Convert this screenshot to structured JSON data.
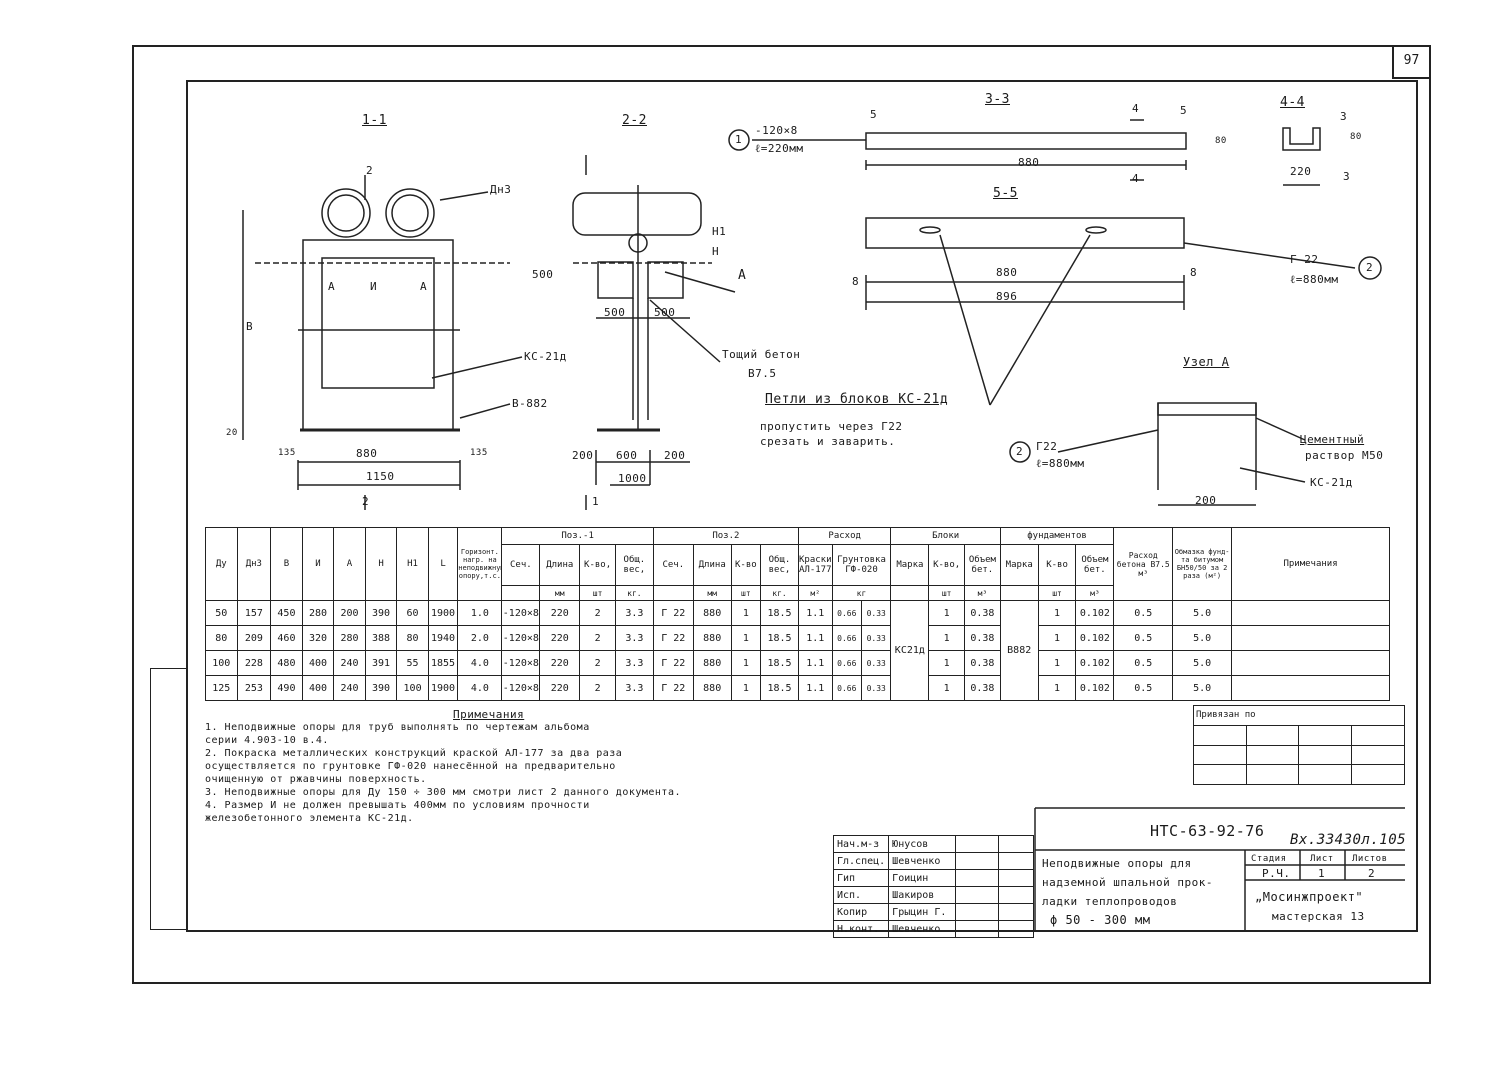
{
  "sheet_number": "97",
  "views": {
    "s11": "1-1",
    "s22": "2-2",
    "s33": "3-3",
    "s44": "4-4",
    "s55": "5-5",
    "uzel": "Узел А"
  },
  "view11": {
    "mark2_top": "2",
    "mark2_bot": "2",
    "dn_label": "Дн3",
    "A_left": "А",
    "A_right": "А",
    "U": "И",
    "B": "В",
    "dim880": "880",
    "dim1150": "1150",
    "dim135l": "135",
    "dim135r": "135",
    "dim20": "20",
    "ks": "КС-21д",
    "v882": "В-882"
  },
  "view22": {
    "H1": "Н1",
    "H": "Н",
    "A": "А",
    "d500v": "500",
    "d500a": "500",
    "d500b": "500",
    "d200l": "200",
    "d600": "600",
    "d200r": "200",
    "d1000": "1000",
    "mark1": "1",
    "beton1": "Тощий бетон",
    "beton2": "В7.5"
  },
  "view33": {
    "pos1": "1",
    "pos1_sec": "-120×8",
    "pos1_len": "ℓ=220мм",
    "d5a": "5",
    "d4a": "4",
    "d5b": "5",
    "d880": "880",
    "d4b": "4",
    "d80": "80"
  },
  "view44": {
    "d3a": "3",
    "d80": "80",
    "d220": "220",
    "d3b": "3"
  },
  "view55": {
    "d8l": "8",
    "d880": "880",
    "d8r": "8",
    "d896": "896",
    "pos2": "2",
    "pos2_sec": "Г 22",
    "pos2_len": "ℓ=880мм"
  },
  "loop_note": {
    "line1": "Петли из блоков КС-21д",
    "line2": "пропустить через Г22",
    "line3": "срезать и заварить."
  },
  "uzel": {
    "pos": "2",
    "sec": "Г22",
    "len": "ℓ=880мм",
    "mortar1": "Цементный",
    "mortar2": "раствор М50",
    "ks": "КС-21д",
    "d200": "200"
  },
  "table": {
    "group_headers": {
      "pos1": "Поз.-1",
      "pos2": "Поз.2",
      "rashod": "Расход",
      "bloki": "Блоки",
      "fund": "фундаментов",
      "beton": "Расход бетона В7.5 м³",
      "obmazka": "Обмазка фунд-та битумом БН50/50 за 2 раза (м²)",
      "prim": "Примечания"
    },
    "headers": [
      "Ду",
      "Дн3",
      "В",
      "И",
      "А",
      "Н",
      "Н1",
      "L",
      "Горизонт. нагр. на неподвижную опору,т.с.",
      "Сеч.",
      "Длина",
      "К-во,",
      "Общ. вес,",
      "Сеч.",
      "Длина",
      "К-во",
      "Общ. вес,",
      "Краски АЛ-177",
      "Грунтовка ГФ-020",
      "Марка",
      "К-во,",
      "Объем бет.",
      "Марка",
      "К-во",
      "Объем бет."
    ],
    "units": [
      "мм",
      "мм",
      "",
      "",
      "",
      "",
      "",
      "",
      "",
      "",
      "мм",
      "шт",
      "кг.",
      "",
      "мм",
      "шт",
      "кг.",
      "м²",
      "кг",
      "",
      "шт",
      "м³",
      "",
      "шт",
      "м³"
    ],
    "rows": [
      [
        "50",
        "157",
        "450",
        "280",
        "200",
        "390",
        "60",
        "1900",
        "1.0",
        "-120×8",
        "220",
        "2",
        "3.3",
        "Г 22",
        "880",
        "1",
        "18.5",
        "1.1",
        "0.66",
        "0.33",
        "1",
        "0.38",
        "1",
        "0.102",
        "0.5",
        "5.0"
      ],
      [
        "80",
        "209",
        "460",
        "320",
        "280",
        "388",
        "80",
        "1940",
        "2.0",
        "-120×8",
        "220",
        "2",
        "3.3",
        "Г 22",
        "880",
        "1",
        "18.5",
        "1.1",
        "0.66",
        "0.33",
        "1",
        "0.38",
        "1",
        "0.102",
        "0.5",
        "5.0"
      ],
      [
        "100",
        "228",
        "480",
        "400",
        "240",
        "391",
        "55",
        "1855",
        "4.0",
        "-120×8",
        "220",
        "2",
        "3.3",
        "Г 22",
        "880",
        "1",
        "18.5",
        "1.1",
        "0.66",
        "0.33",
        "1",
        "0.38",
        "1",
        "0.102",
        "0.5",
        "5.0"
      ],
      [
        "125",
        "253",
        "490",
        "400",
        "240",
        "390",
        "100",
        "1900",
        "4.0",
        "-120×8",
        "220",
        "2",
        "3.3",
        "Г 22",
        "880",
        "1",
        "18.5",
        "1.1",
        "0.66",
        "0.33",
        "1",
        "0.38",
        "1",
        "0.102",
        "0.5",
        "5.0"
      ]
    ],
    "block_mark": "КС21д",
    "fund_mark": "В882"
  },
  "notes": {
    "title": "Примечания",
    "lines": [
      "1. Неподвижные опоры для труб выполнять по чертежам альбома",
      "серии 4.903-10 в.4.",
      "2. Покраска металлических конструкций краской АЛ-177 за два раза",
      "осуществляется по грунтовке ГФ-020 нанесённой на предварительно",
      "очищенную от ржавчины поверхность.",
      "3. Неподвижные опоры для Ду 150 ÷ 300 мм смотри лист 2 данного документа.",
      "4. Размер И не должен превышать 400мм по условиям прочности",
      "железобетонного элемента КС-21д."
    ]
  },
  "privyazan": "Привязан по",
  "title_block": {
    "code": "НТС-63-92-76",
    "inv": "Вх.33430л.105",
    "people": [
      [
        "Нач.м-з",
        "Юнусов"
      ],
      [
        "Гл.спец.",
        "Шевченко"
      ],
      [
        "Гип",
        "Гоицин"
      ],
      [
        "Исп.",
        "Шакиров"
      ],
      [
        "Копир",
        "Грыцин Г."
      ],
      [
        "Н.конт.",
        "Шевченко"
      ]
    ],
    "name1": "Неподвижные опоры для",
    "name2": "надземной шпальной прок-",
    "name3": "ладки теплопроводов",
    "name4": "ϕ 50 - 300 мм",
    "stage_h": "Стадия",
    "sheet_h": "Лист",
    "sheets_h": "Листов",
    "stage": "Р.Ч.",
    "sheet": "1",
    "sheets": "2",
    "org1": "„Мосинжпроект\"",
    "org2": "мастерская 13"
  }
}
